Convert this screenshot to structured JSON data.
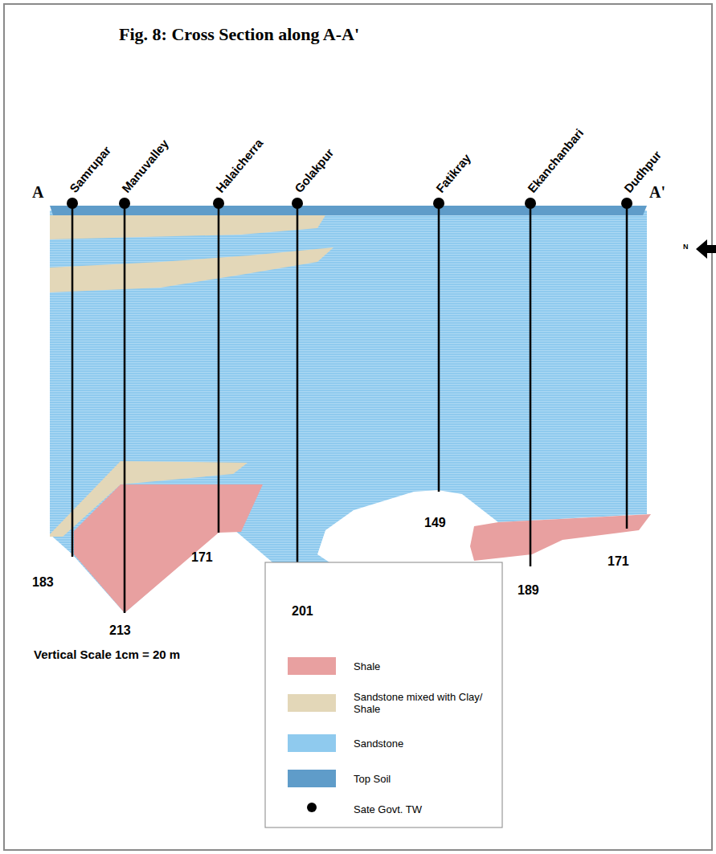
{
  "diagram": {
    "title": "Fig. 8: Cross Section along A-A'",
    "labels": [
      "A",
      "Samrupar",
      "Manuvalley",
      "Halaicherra",
      "Golakpur",
      "Fatikray",
      "Ekanchanbari",
      "Dudhpur",
      "A'",
      "N",
      "183",
      "213",
      "171",
      "201",
      "149",
      "189",
      "171",
      "Vertical Scale 1cm = 20 m"
    ],
    "legend": [
      {
        "text": "Shale",
        "color": "#e8a0a0"
      },
      {
        "text": "Sandstone mixed with Clay/ Shale",
        "color": "#e3d7b8"
      },
      {
        "text": "Sandstone",
        "color": "#8fcaee"
      },
      {
        "text": "Top Soil",
        "color": "#5f9cc9"
      },
      {
        "text": "Sate Govt. TW"
      }
    ]
  }
}
